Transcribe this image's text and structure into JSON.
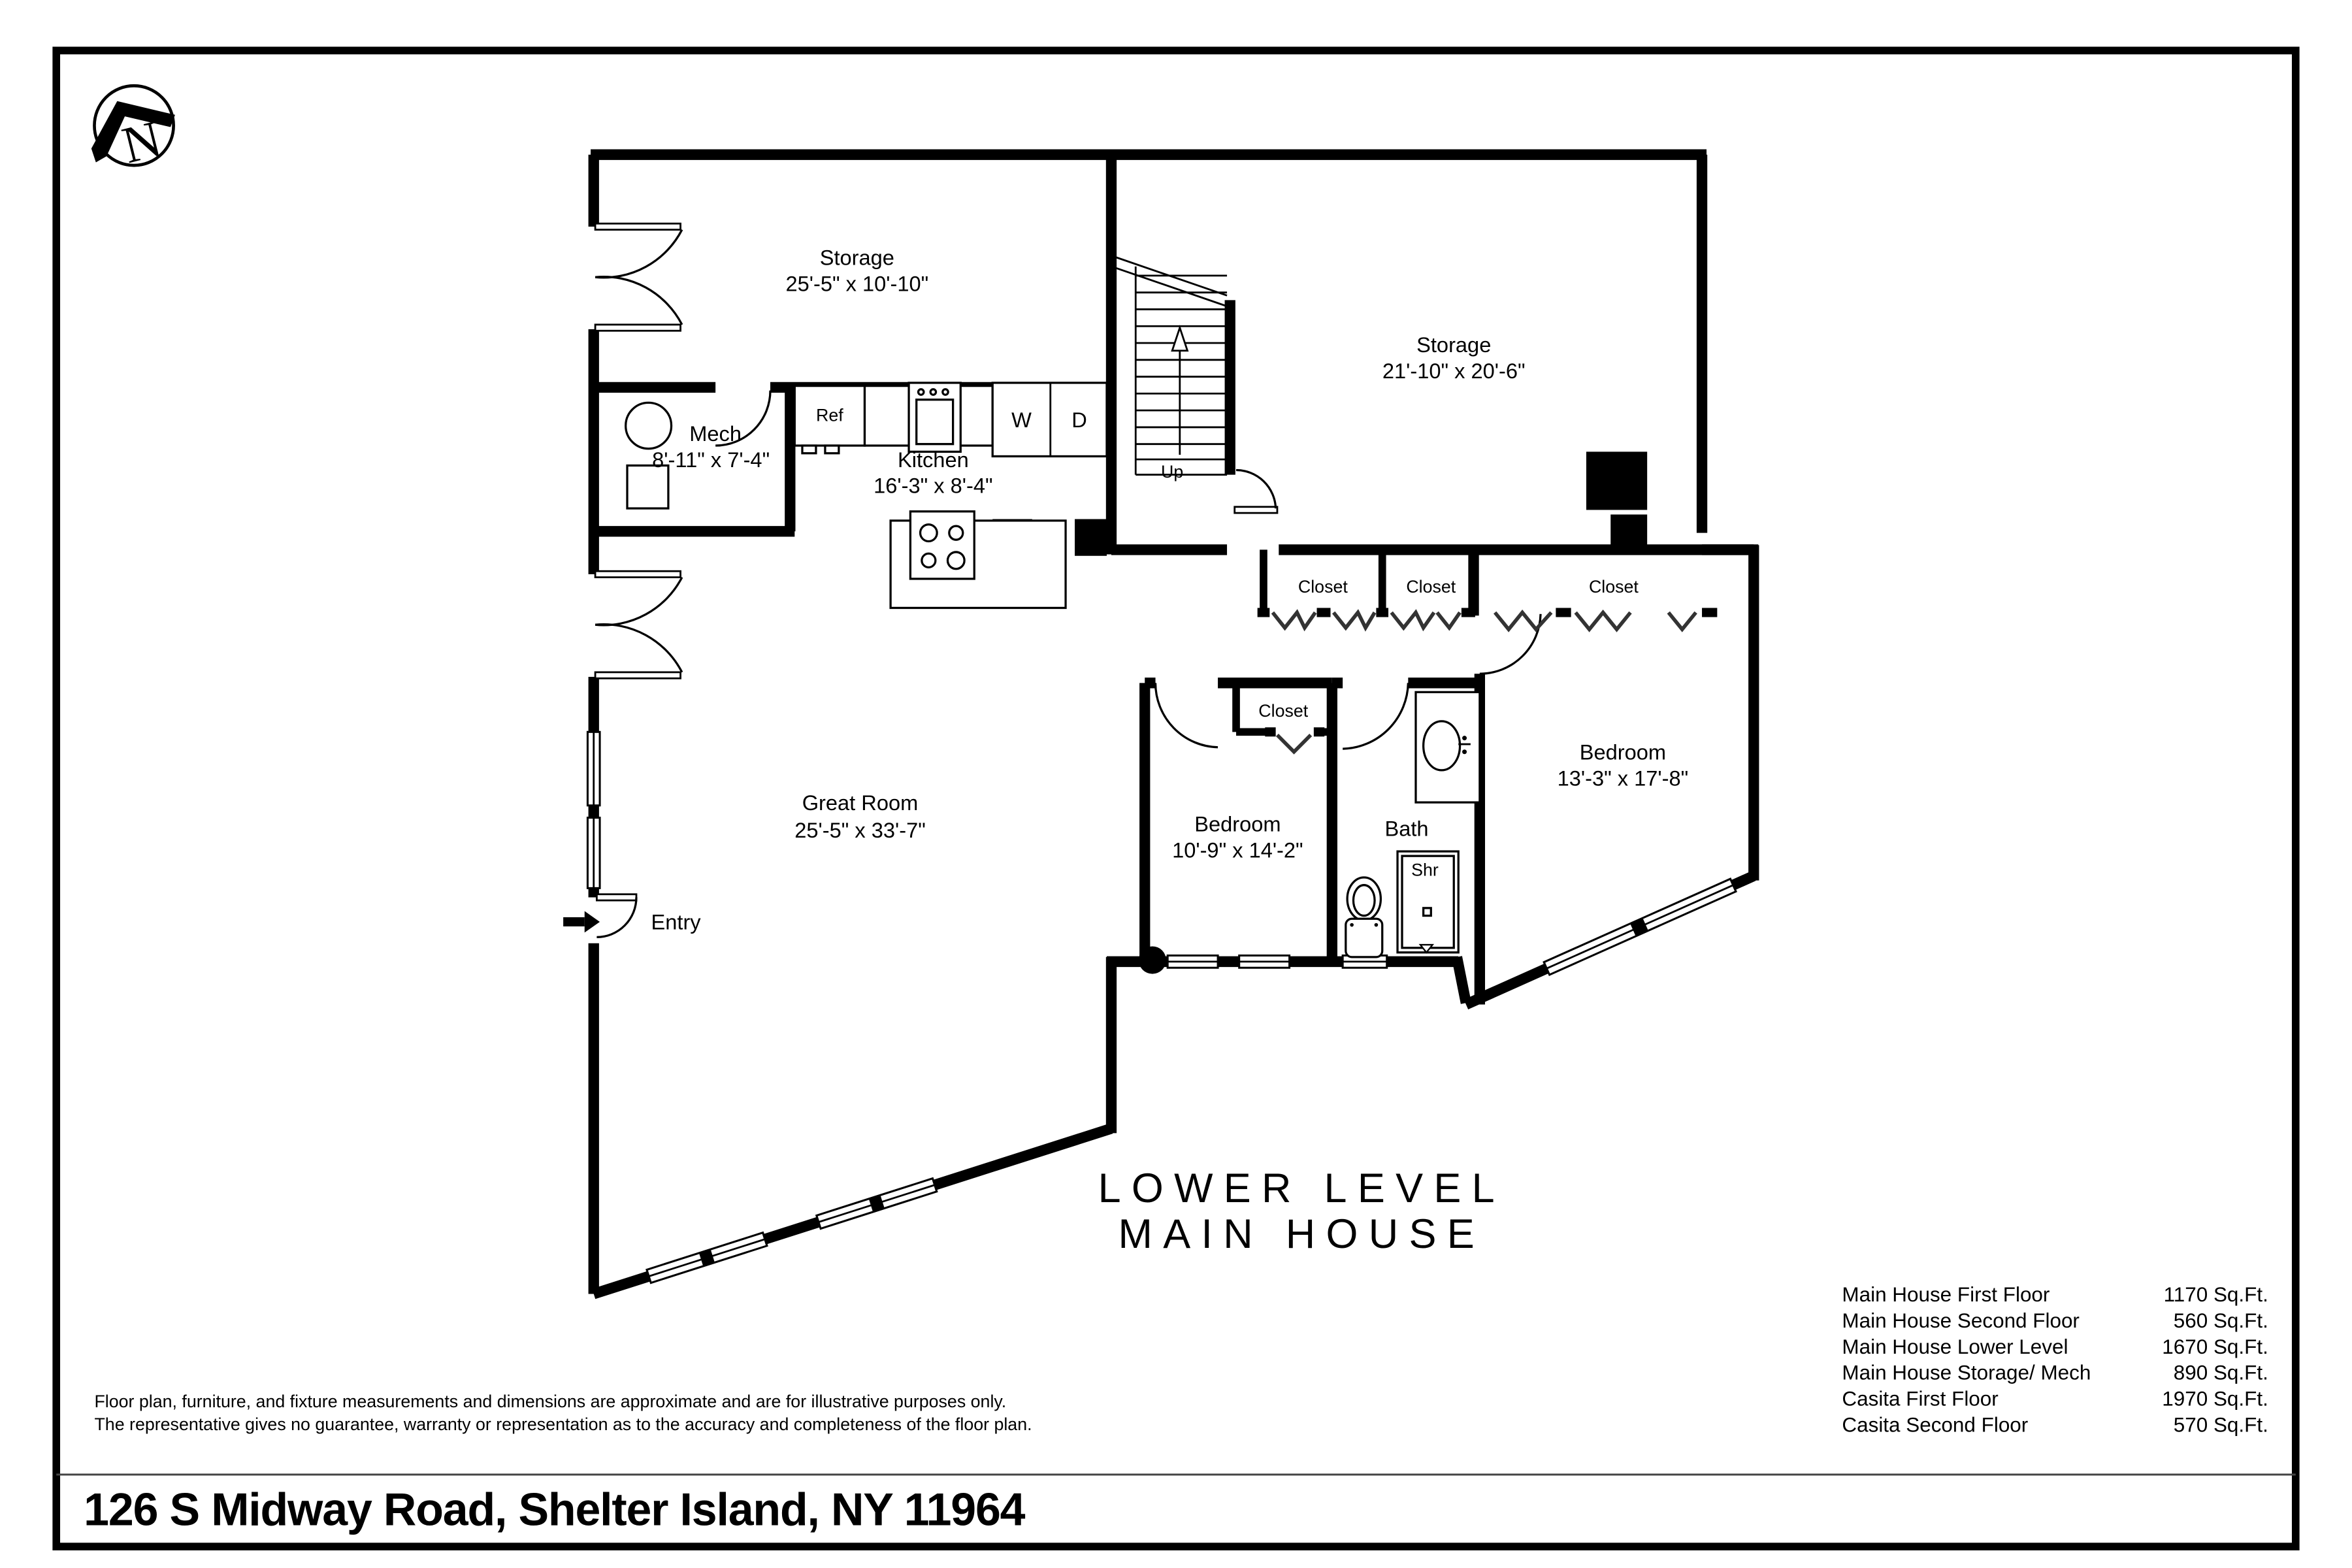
{
  "north_label": "N",
  "rooms": {
    "storage_upper": {
      "name": "Storage",
      "dims": "25'-5\" x 10'-10\""
    },
    "storage_right": {
      "name": "Storage",
      "dims": "21'-10\" x 20'-6\""
    },
    "mech": {
      "name": "Mech",
      "dims": "8'-11\" x 7'-4\""
    },
    "kitchen": {
      "name": "Kitchen",
      "dims": "16'-3\" x 8'-4\""
    },
    "great_room": {
      "name": "Great Room",
      "dims": "25'-5\" x 33'-7\""
    },
    "bedroom_1": {
      "name": "Bedroom",
      "dims": "10'-9\" x 14'-2\""
    },
    "bedroom_2": {
      "name": "Bedroom",
      "dims": "13'-3\" x 17'-8\""
    },
    "bath": {
      "name": "Bath"
    }
  },
  "labels": {
    "closet": "Closet",
    "up": "Up",
    "entry": "Entry",
    "ref": "Ref",
    "washer": "W",
    "dryer": "D",
    "shower": "Shr"
  },
  "title": {
    "line1": "LOWER LEVEL",
    "line2": "MAIN HOUSE"
  },
  "area_table": [
    {
      "label": "Main House First Floor",
      "value": "1170 Sq.Ft."
    },
    {
      "label": "Main House Second Floor",
      "value": "560 Sq.Ft."
    },
    {
      "label": "Main House Lower Level",
      "value": "1670 Sq.Ft."
    },
    {
      "label": "Main House Storage/ Mech",
      "value": "890 Sq.Ft."
    },
    {
      "label": "Casita First Floor",
      "value": "1970 Sq.Ft."
    },
    {
      "label": "Casita Second Floor",
      "value": "570 Sq.Ft."
    }
  ],
  "disclaimer": {
    "line1": "Floor plan, furniture, and fixture measurements and dimensions are approximate and are for illustrative purposes only.",
    "line2": "The representative gives no guarantee, warranty or representation as to the accuracy and completeness of the floor plan."
  },
  "address": "126 S Midway Road, Shelter Island, NY 11964",
  "colors": {
    "ink": "#000000",
    "paper": "#ffffff"
  }
}
